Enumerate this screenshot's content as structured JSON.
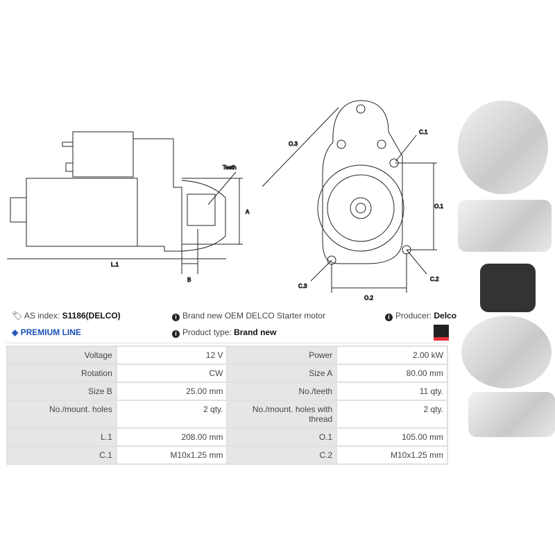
{
  "drawing": {
    "teeth": "Teeth",
    "a": "A",
    "b": "B",
    "l1": "L.1",
    "o1": "O.1",
    "o2": "O.2",
    "o3": "O.3",
    "c1": "C.1",
    "c2": "C.2",
    "c3": "C.3"
  },
  "info": {
    "as_index_label": "AS index:",
    "as_index_value": "S1186(DELCO)",
    "premium": "PREMIUM LINE",
    "description": "Brand new OEM DELCO Starter motor",
    "product_type_label": "Product type:",
    "product_type_value": "Brand new",
    "producer_label": "Producer:",
    "producer_value": "Delco"
  },
  "colors": {
    "premium": "#1a4fb5",
    "flag_top": "#222222",
    "flag_bottom": "#e8303a"
  },
  "specs": [
    [
      "Voltage",
      "12 V",
      "Power",
      "2.00 kW"
    ],
    [
      "Rotation",
      "CW",
      "Size A",
      "80.00 mm"
    ],
    [
      "Size B",
      "25.00 mm",
      "No./teeth",
      "11 qty."
    ],
    [
      "No./mount. holes",
      "2 qty.",
      "No./mount. holes with thread",
      "2 qty."
    ],
    [
      "L.1",
      "208.00 mm",
      "O.1",
      "105.00 mm"
    ],
    [
      "C.1",
      "M10x1.25 mm",
      "C.2",
      "M10x1.25 mm"
    ]
  ]
}
